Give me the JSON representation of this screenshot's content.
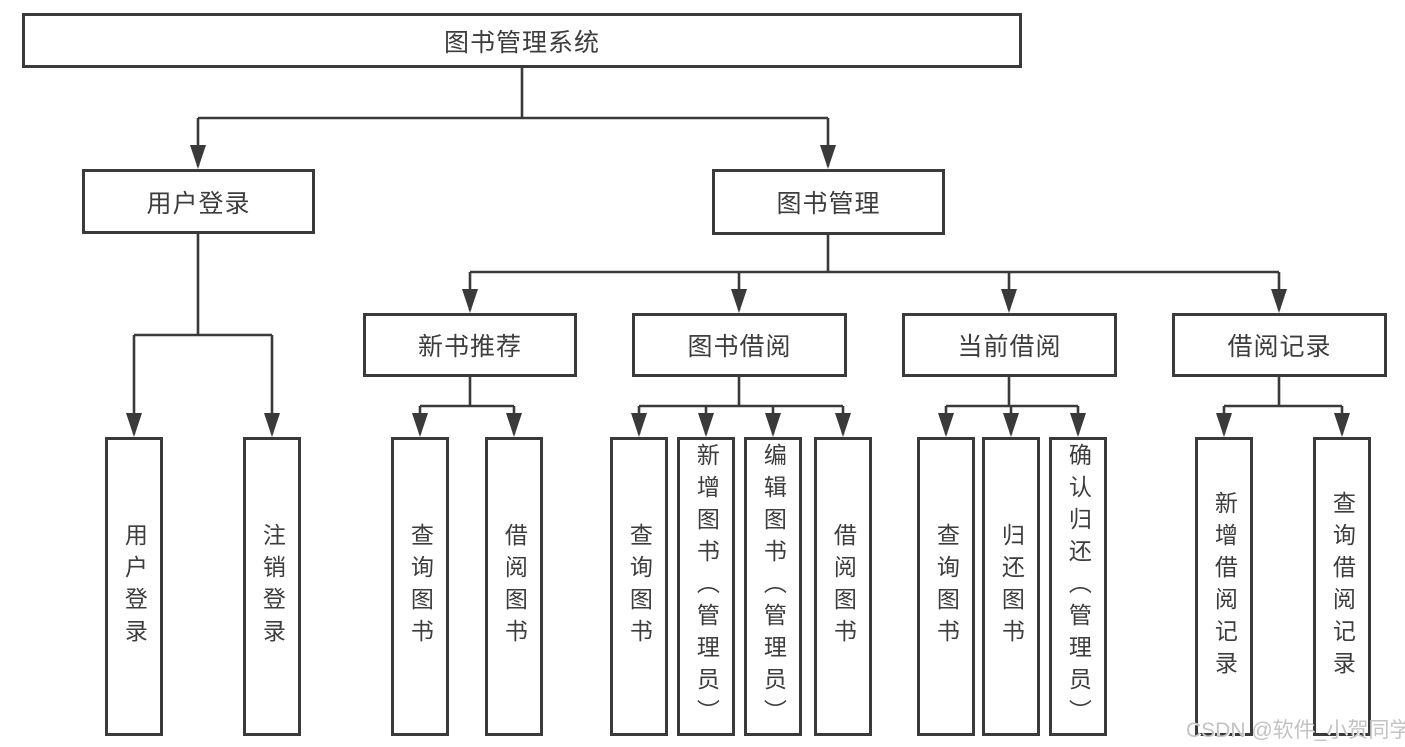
{
  "diagram": {
    "tree": {
      "label": "图书管理系统",
      "children": [
        {
          "label": "用户登录",
          "children": [
            {
              "label": "用户登录"
            },
            {
              "label": "注销登录"
            }
          ]
        },
        {
          "label": "图书管理",
          "children": [
            {
              "label": "新书推荐",
              "children": [
                {
                  "label": "查询图书"
                },
                {
                  "label": "借阅图书"
                }
              ]
            },
            {
              "label": "图书借阅",
              "children": [
                {
                  "label": "查询图书"
                },
                {
                  "label": "新增图书（管理员）"
                },
                {
                  "label": "编辑图书（管理员）"
                },
                {
                  "label": "借阅图书"
                }
              ]
            },
            {
              "label": "当前借阅",
              "children": [
                {
                  "label": "查询图书"
                },
                {
                  "label": "归还图书"
                },
                {
                  "label": "确认归还（管理员）"
                }
              ]
            },
            {
              "label": "借阅记录",
              "children": [
                {
                  "label": "新增借阅记录"
                },
                {
                  "label": "查询借阅记录"
                }
              ]
            }
          ]
        }
      ]
    },
    "colors": {
      "line": "#3a3a3a",
      "text": "#3d3d3d",
      "box_background": "#ffffff",
      "watermark_text": "#c3c3c3"
    },
    "watermark": {
      "text": "CSDN @软件_小贺同学"
    }
  }
}
